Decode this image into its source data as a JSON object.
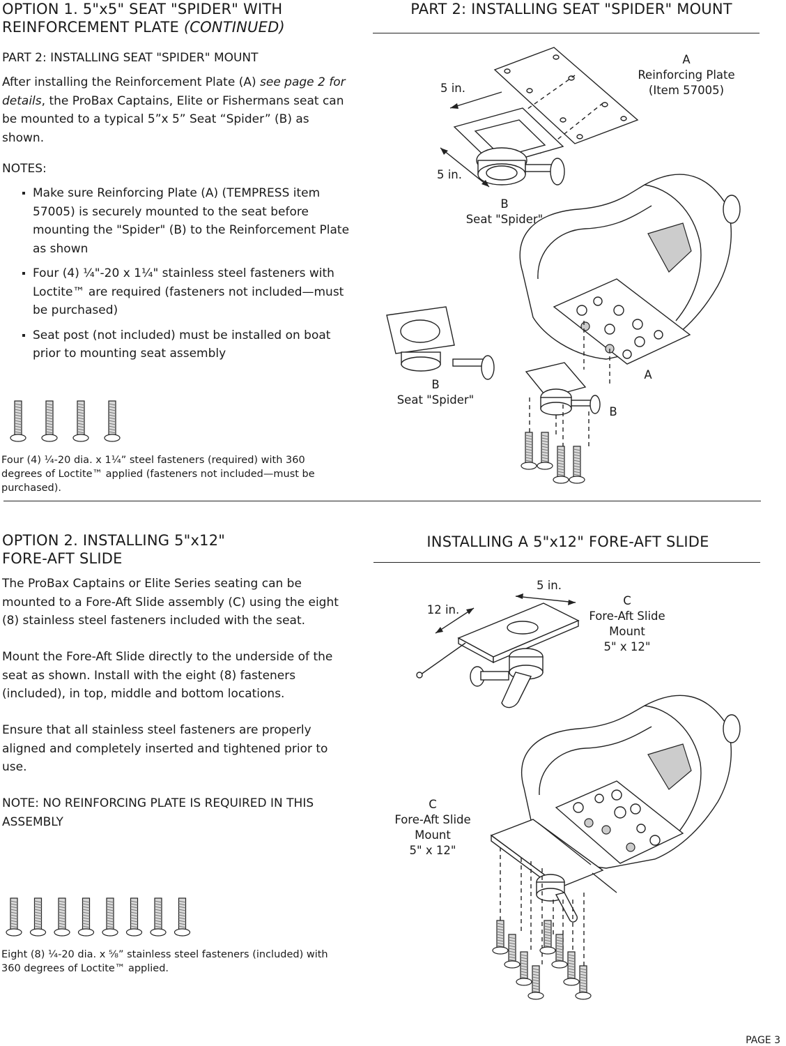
{
  "option1": {
    "title_line1": "OPTION 1. 5\"x5\" SEAT \"SPIDER\" WITH",
    "title_line2_a": "REINFORCEMENT PLATE ",
    "title_line2_b": "(CONTINUED)",
    "subhead": "PART 2: INSTALLING SEAT \"SPIDER\" MOUNT",
    "intro_a": "After installing the Reinforcement Plate (A) ",
    "intro_italic": "see page 2 for details",
    "intro_b": ", the ProBax Captains, Elite or Fishermans seat can be mounted to a typical 5”x 5” Seat “Spider” (B) as shown.",
    "notes_heading": "NOTES:",
    "notes": [
      "Make sure Reinforcing Plate (A) (TEMPRESS item 57005) is securely mounted to the seat before mounting the \"Spider\" (B) to the Reinforcement Plate as shown",
      "Four (4) ¼\"-20 x 1¼\" stainless steel fasteners with Loctite™ are required (fasteners not included—must be purchased)",
      "Seat post (not included) must be installed on boat prior to mounting seat assembly"
    ],
    "fastener_caption": "Four (4) ¼-20 dia. x 1¼” steel fasteners (required) with 360 degrees of Loctite™ applied (fasteners not included—must be purchased).",
    "fastener_count": 4
  },
  "part2": {
    "title": "PART 2: INSTALLING SEAT \"SPIDER\" MOUNT",
    "dim_a": "5 in.",
    "dim_b": "5 in.",
    "plate_letter": "A",
    "plate_name": "Reinforcing Plate",
    "plate_item": "(Item 57005)",
    "spider_letter": "B",
    "spider_name": "Seat \"Spider\"",
    "spider2_letter": "B",
    "spider2_name": "Seat \"Spider\"",
    "callout_a": "A",
    "callout_b": "B",
    "fastener_count": 4
  },
  "option2": {
    "title_line1": "OPTION 2. INSTALLING 5\"x12\"",
    "title_line2": "FORE-AFT SLIDE",
    "para1": "The ProBax Captains or Elite Series seating can be mounted to a Fore-Aft Slide assembly (C) using the eight (8) stainless steel fasteners included with the seat.",
    "para2": "Mount the Fore-Aft Slide directly to the underside of the seat as shown. Install with the eight (8) fasteners (included), in top, middle and bottom locations.",
    "para3": "Ensure that all stainless steel fasteners are properly aligned and completely inserted and tightened prior to use.",
    "note": "NOTE: NO REINFORCING PLATE IS REQUIRED IN THIS ASSEMBLY",
    "fastener_caption": "Eight (8) ¼-20 dia. x ⅝” stainless steel fasteners (included) with 360 degrees of Loctite™ applied.",
    "fastener_count": 8
  },
  "slide": {
    "title": "INSTALLING A 5\"x12\" FORE-AFT SLIDE",
    "dim_width": "5 in.",
    "dim_length": "12 in.",
    "label1_letter": "C",
    "label1_name": "Fore-Aft Slide",
    "label1_mount": "Mount",
    "label1_size": "5\" x 12\"",
    "label2_letter": "C",
    "label2_name": "Fore-Aft Slide",
    "label2_mount": "Mount",
    "label2_size": "5\" x 12\"",
    "fastener_count": 8
  },
  "page_number": "PAGE 3"
}
